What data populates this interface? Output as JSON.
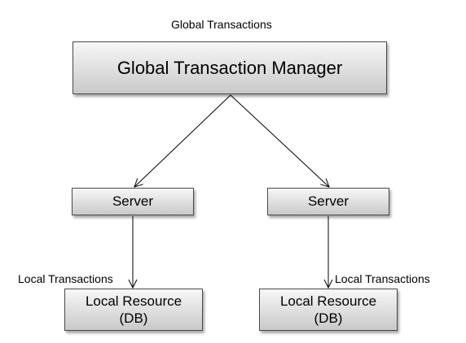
{
  "diagram": {
    "top_caption": "Global Transactions",
    "manager": {
      "label": "Global Transaction Manager"
    },
    "servers": [
      {
        "label": "Server"
      },
      {
        "label": "Server"
      }
    ],
    "resources": [
      {
        "line1": "Local Resource",
        "line2": "(DB)"
      },
      {
        "line1": "Local Resource",
        "line2": "(DB)"
      }
    ],
    "local_captions": [
      {
        "text": "Local Transactions"
      },
      {
        "text": "Local Transactions"
      }
    ],
    "colors": {
      "box_border": "#4a4a4a",
      "box_fill_top": "#f7f7f7",
      "box_fill_bottom": "#c9c9c9",
      "line": "#000000"
    }
  }
}
